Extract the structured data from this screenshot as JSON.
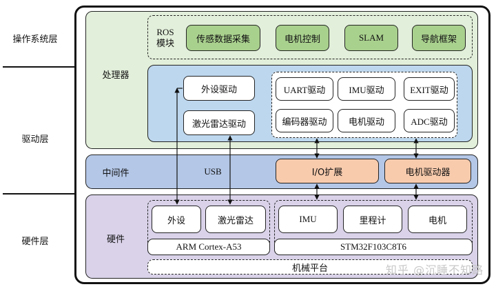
{
  "left_labels": {
    "os": "操作系统层",
    "driver": "驱动层",
    "hardware": "硬件层"
  },
  "processor": {
    "title": "处理器",
    "ros": {
      "label": "ROS\n模块",
      "modules": [
        "传感数据采集",
        "电机控制",
        "SLAM",
        "导航框架"
      ]
    },
    "drivers_left": [
      "外设驱动",
      "激光雷达驱动"
    ],
    "drivers_right": [
      "UART驱动",
      "IMU驱动",
      "EXIT驱动",
      "编码器驱动",
      "电机驱动",
      "ADC驱动"
    ]
  },
  "middleware": {
    "title": "中间件",
    "usb": "USB",
    "io": "I/O扩展",
    "motor_driver": "电机驱动器"
  },
  "hardware": {
    "title": "硬件",
    "left_items": [
      "外设",
      "激光雷达"
    ],
    "left_chip": "ARM Cortex-A53",
    "right_items": [
      "IMU",
      "里程计",
      "电机"
    ],
    "right_chip": "STM32F103C8T6",
    "platform": "机械平台"
  },
  "watermark": "知乎 @沉睡不知路",
  "colors": {
    "processor_bg": "#e2efda",
    "inner_blue": "#bdd7ee",
    "middleware_bg": "#b4c7e7",
    "hardware_bg": "#d9d2e9",
    "ros_green": "#a9d18e",
    "orange": "#f8cbad"
  }
}
